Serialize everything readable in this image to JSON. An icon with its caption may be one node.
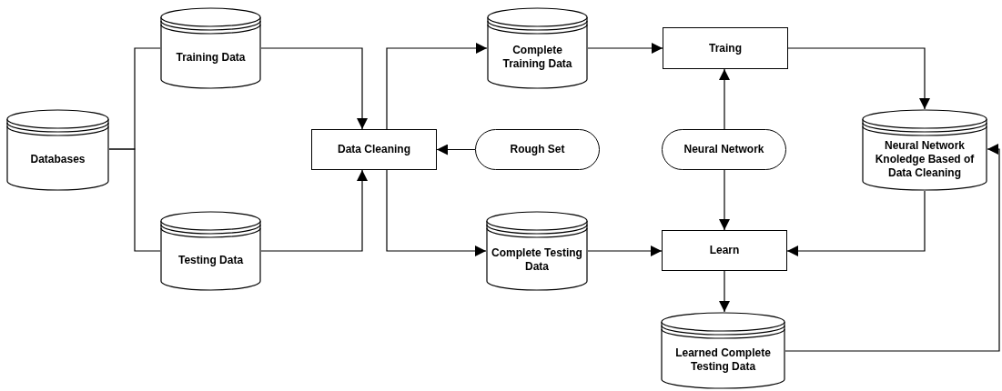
{
  "diagram": {
    "nodes": [
      {
        "text": [
          "Databases"
        ]
      },
      {
        "text": [
          "Training Data"
        ]
      },
      {
        "text": [
          "Testing Data"
        ]
      },
      {
        "text": [
          "Data Cleaning"
        ]
      },
      {
        "text": [
          "Complete Training Data"
        ]
      },
      {
        "text": [
          "Rough Set"
        ]
      },
      {
        "text": [
          "Traing"
        ]
      },
      {
        "text": [
          "Neural Network"
        ]
      },
      {
        "text": [
          "Neural Network Knoledge Based of Data Cleaning"
        ]
      },
      {
        "text": [
          "Complete Testing Data"
        ]
      },
      {
        "text": [
          "Learn"
        ]
      },
      {
        "text": [
          "Learned Complete Testing Data"
        ]
      }
    ],
    "edges": [
      {
        "from": 0,
        "to": 1,
        "arrow": "none"
      },
      {
        "from": 0,
        "to": 2,
        "arrow": "none"
      },
      {
        "from": 1,
        "to": 3,
        "arrow": "to"
      },
      {
        "from": 2,
        "to": 3,
        "arrow": "to"
      },
      {
        "from": 3,
        "to": 4,
        "arrow": "to"
      },
      {
        "from": 3,
        "to": 9,
        "arrow": "to"
      },
      {
        "from": 5,
        "to": 3,
        "arrow": "to"
      },
      {
        "from": 4,
        "to": 6,
        "arrow": "to"
      },
      {
        "from": 9,
        "to": 10,
        "arrow": "to"
      },
      {
        "from": 7,
        "to": 6,
        "arrow": "to"
      },
      {
        "from": 7,
        "to": 10,
        "arrow": "to"
      },
      {
        "from": 6,
        "to": 8,
        "arrow": "to"
      },
      {
        "from": 8,
        "to": 10,
        "arrow": "to"
      },
      {
        "from": 10,
        "to": 11,
        "arrow": "to"
      },
      {
        "from": 11,
        "to": 8,
        "arrow": "to"
      }
    ]
  }
}
